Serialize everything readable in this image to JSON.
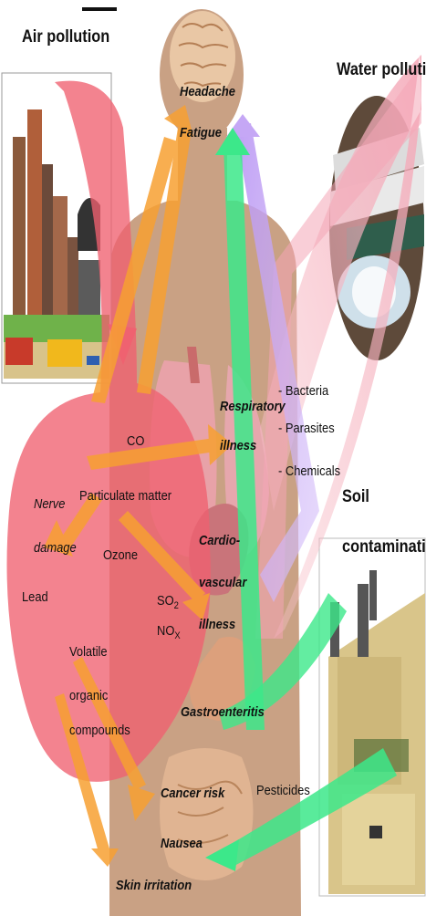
{
  "sources": {
    "air": "Air pollution",
    "water": "Water pollution",
    "soil_line1": "Soil",
    "soil_line2": "contamination"
  },
  "pollutants": {
    "co": "CO",
    "particulate": "Particulate matter",
    "ozone": "Ozone",
    "lead": "Lead",
    "so2_base": "SO",
    "so2_sub": "2",
    "nox_base": "NO",
    "nox_sub": "X",
    "voc_line1": "Volatile",
    "voc_line2": "organic",
    "voc_line3": "compounds",
    "bacteria": "- Bacteria",
    "parasites": "- Parasites",
    "chemicals": "- Chemicals",
    "pesticides": "Pesticides"
  },
  "effects": {
    "headache": "Headache",
    "fatigue": "Fatigue",
    "respiratory_line1": "Respiratory",
    "respiratory_line2": "illness",
    "cardio_line1": "Cardio-",
    "cardio_line2": "vascular",
    "cardio_line3": "illness",
    "nerve_line1": "Nerve",
    "nerve_line2": "damage",
    "gastro": "Gastroenteritis",
    "cancer": "Cancer risk",
    "nausea": "Nausea",
    "skin": "Skin irritation"
  },
  "colors": {
    "body": "#c9a184",
    "air_blob": "#f06070",
    "orange_arrow": "#f7a032",
    "green_arrow": "#3ce88a",
    "purple_arrow": "#c9a7f5",
    "pink_arrow": "#f4a6b6"
  }
}
